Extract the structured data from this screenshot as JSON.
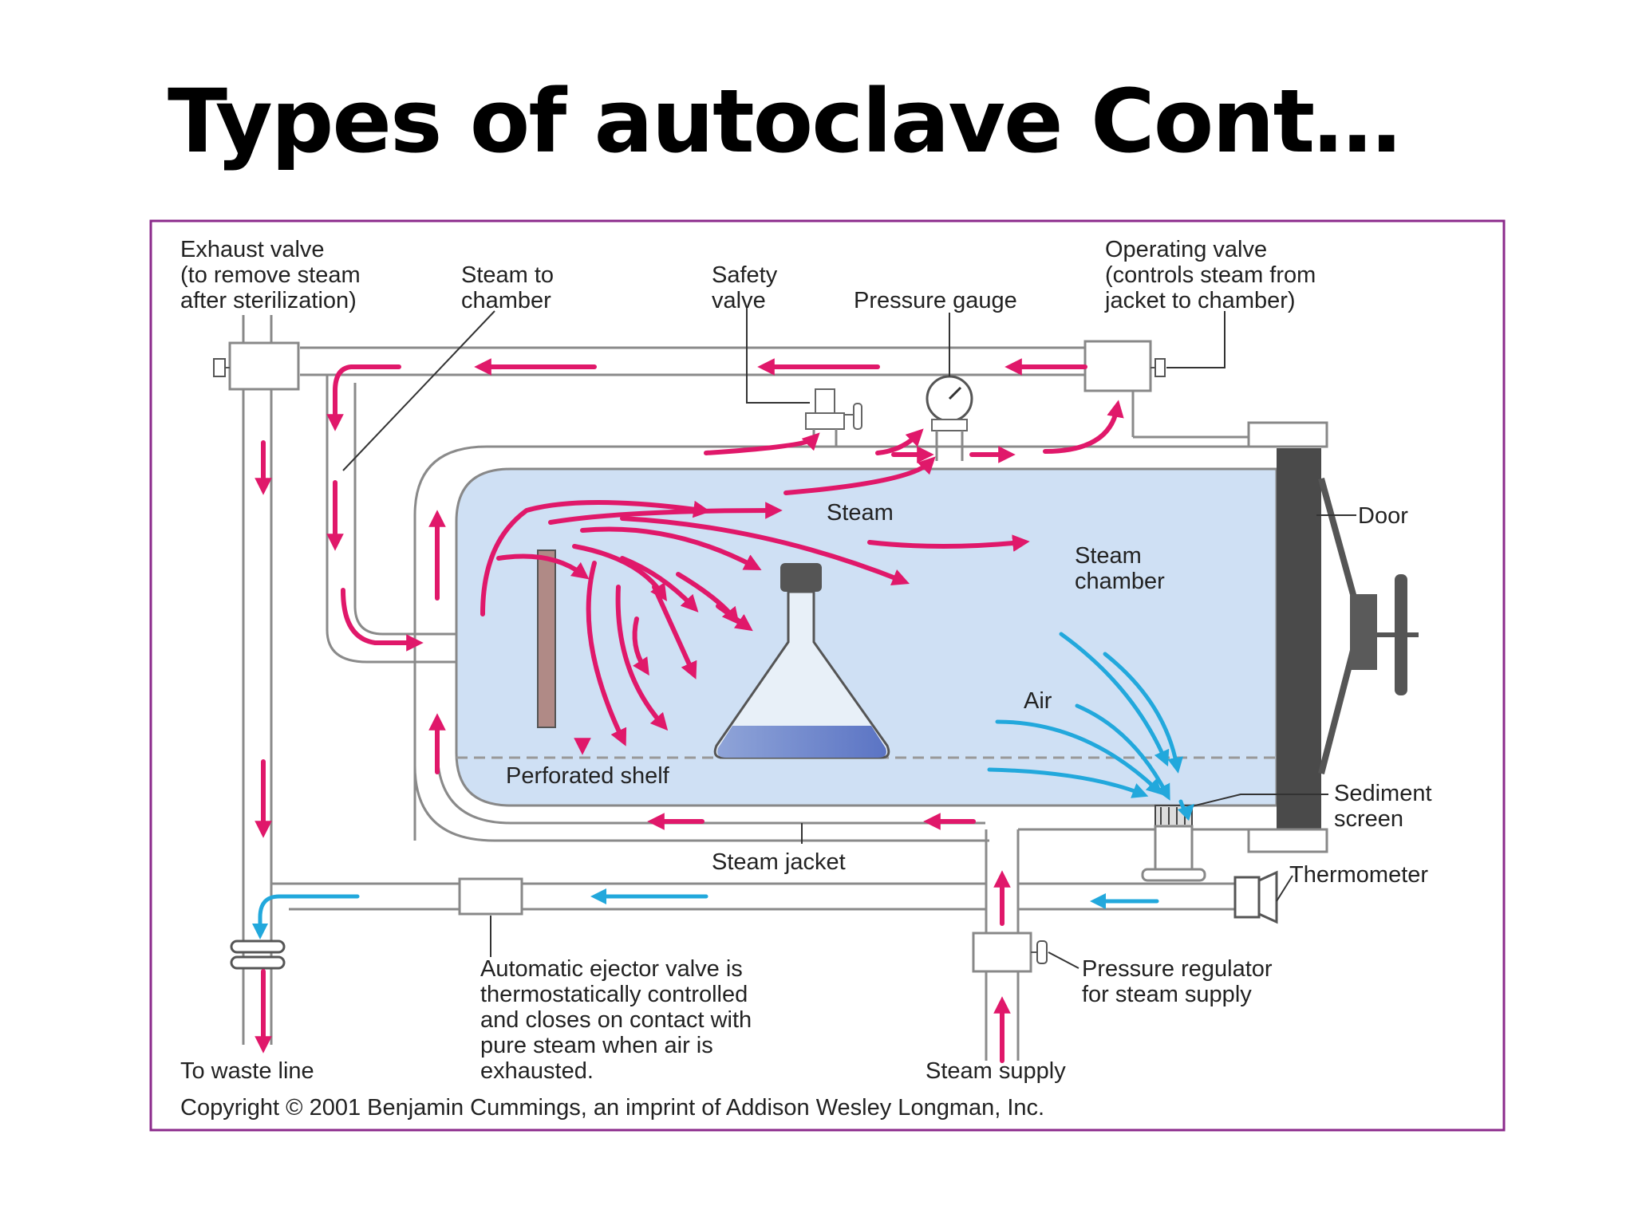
{
  "title": "Types of autoclave Cont…",
  "diagram": {
    "labels": {
      "exhaust_valve": [
        "Exhaust valve",
        "(to remove steam",
        "after sterilization)"
      ],
      "steam_to_chamber": [
        "Steam to",
        "chamber"
      ],
      "safety_valve": [
        "Safety",
        "valve"
      ],
      "pressure_gauge": [
        "Pressure gauge"
      ],
      "operating_valve": [
        "Operating valve",
        "(controls steam from",
        "jacket to chamber)"
      ],
      "steam": [
        "Steam"
      ],
      "door": [
        "Door"
      ],
      "steam_chamber": [
        "Steam",
        "chamber"
      ],
      "air": [
        "Air"
      ],
      "perforated_shelf": [
        "Perforated shelf"
      ],
      "sediment_screen": [
        "Sediment",
        "screen"
      ],
      "steam_jacket": [
        "Steam jacket"
      ],
      "thermometer": [
        "Thermometer"
      ],
      "automatic_ejector_valve": [
        "Automatic ejector valve is",
        "thermostatically controlled",
        "and closes on contact with",
        "pure steam when air is",
        "exhausted."
      ],
      "pressure_regulator": [
        "Pressure regulator",
        "for steam supply"
      ],
      "to_waste_line": [
        "To waste line"
      ],
      "steam_supply": [
        "Steam supply"
      ],
      "copyright": [
        "Copyright © 2001 Benjamin Cummings, an imprint of Addison Wesley Longman, Inc."
      ]
    },
    "colors": {
      "steam_flow": "#e0186a",
      "air_flow": "#22a8dc",
      "chamber_fill": "#cfe0f4",
      "frame_border": "#8b2a8b"
    }
  }
}
